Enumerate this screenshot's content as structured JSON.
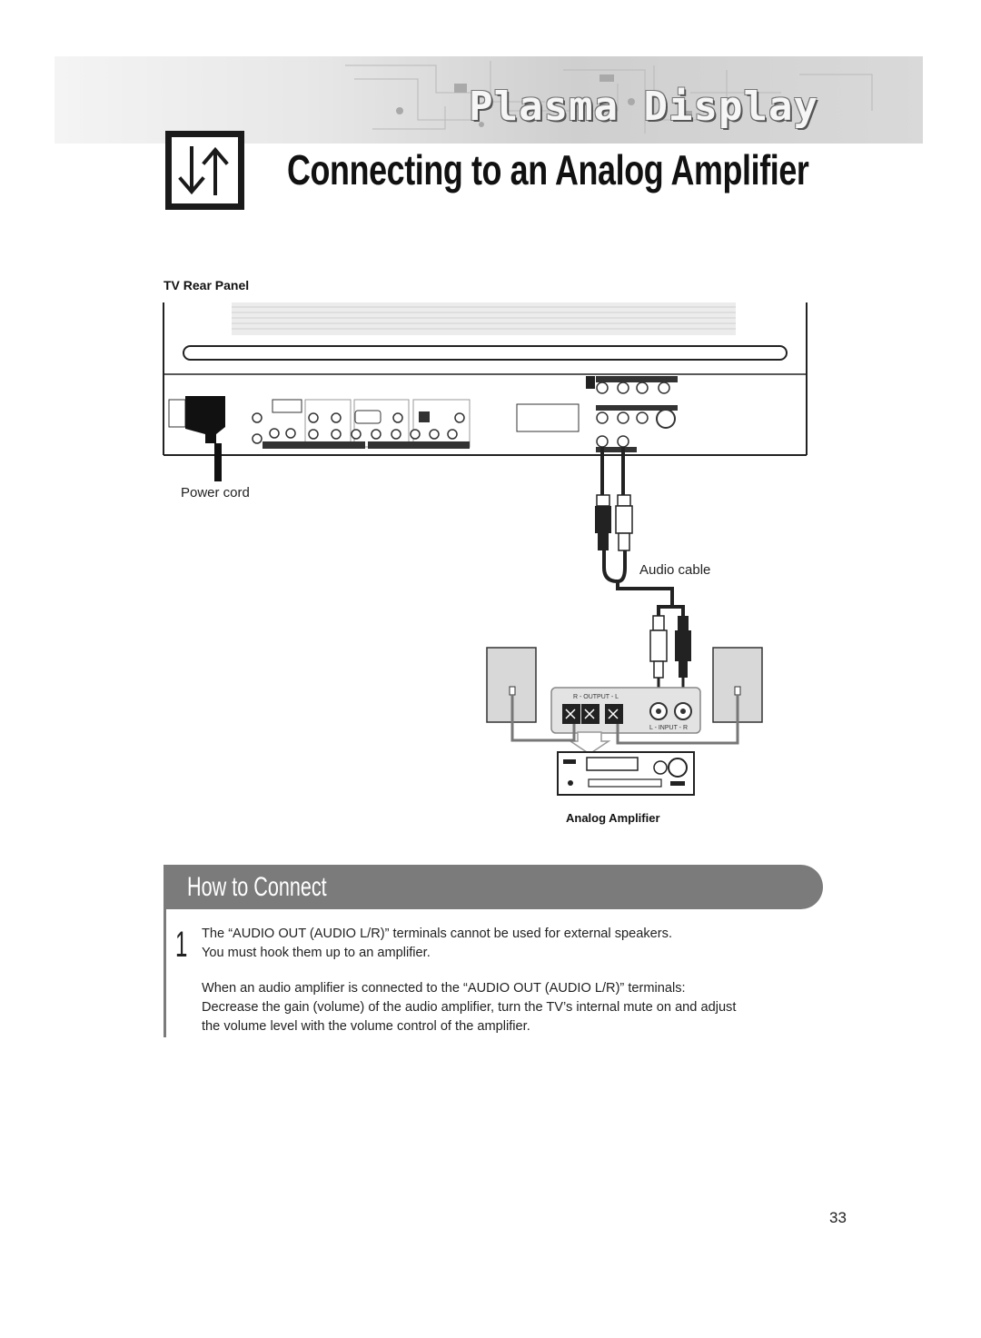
{
  "header": {
    "banner_title": "Plasma Display",
    "page_title": "Connecting to an Analog Amplifier"
  },
  "diagram": {
    "panel_label": "TV Rear Panel",
    "power_cord_label": "Power cord",
    "audio_cable_label": "Audio cable",
    "amplifier_label": "Analog Amplifier",
    "output_label": "R - OUTPUT - L",
    "input_label": "L - INPUT - R"
  },
  "section": {
    "title": "How to Connect",
    "step_number": "1",
    "paragraph_1_line_1": "The “AUDIO OUT (AUDIO L/R)” terminals cannot be used for external speakers.",
    "paragraph_1_line_2": "You must hook them up to an amplifier.",
    "paragraph_2_line_1": "When an audio amplifier is connected to the “AUDIO OUT (AUDIO L/R)” terminals:",
    "paragraph_2_line_2": "Decrease the gain (volume) of the audio amplifier, turn the TV’s internal mute on and adjust",
    "paragraph_2_line_3": "the volume level with the volume control of the amplifier."
  },
  "footer": {
    "page_number": "33"
  },
  "colors": {
    "section_bar": "#7b7b7b",
    "text": "#222222"
  }
}
